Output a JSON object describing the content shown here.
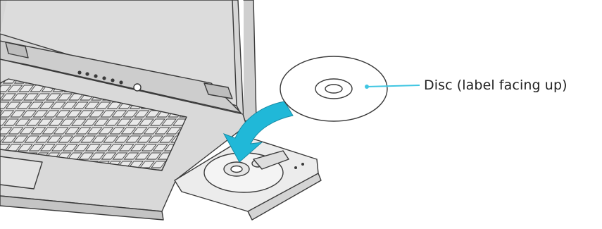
{
  "callout": {
    "label": "Disc (label facing up)"
  },
  "colors": {
    "line": "#3a3a3a",
    "body_fill": "#d9d9d9",
    "body_shade": "#c4c4c4",
    "screen_fill": "#dcdcdc",
    "key_fill": "#e9e9e9",
    "tray_fill": "#ececec",
    "accent": "#20b8d8",
    "leader": "#40c6e2"
  },
  "icons": [
    "laptop",
    "optical-drive-tray",
    "disc",
    "insert-arrow"
  ]
}
